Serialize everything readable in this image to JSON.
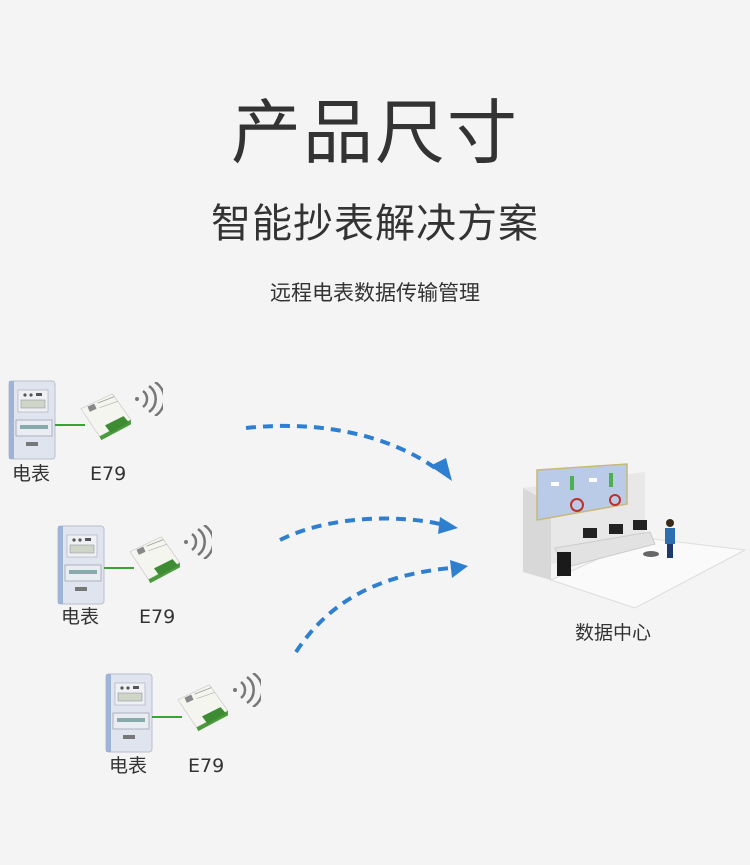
{
  "header": {
    "title": "产品尺寸",
    "subtitle": "智能抄表解决方案",
    "description": "远程电表数据传输管理"
  },
  "nodes": [
    {
      "meter_label": "电表",
      "module_label": "E79"
    },
    {
      "meter_label": "电表",
      "module_label": "E79"
    },
    {
      "meter_label": "电表",
      "module_label": "E79"
    }
  ],
  "destination": {
    "label": "数据中心"
  },
  "colors": {
    "arrow": "#2f7fd0",
    "link": "#3aa335",
    "text": "#333333",
    "background": "#f4f4f4"
  }
}
